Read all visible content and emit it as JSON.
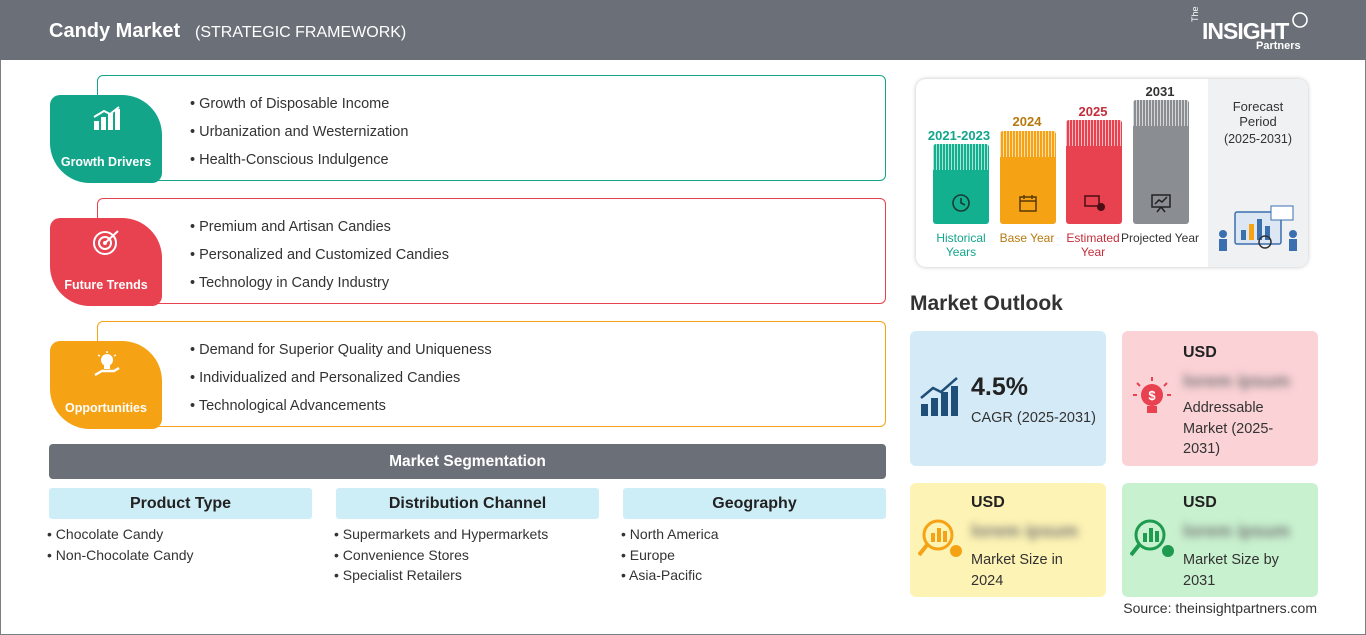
{
  "header": {
    "title": "Candy Market",
    "subtitle": "(STRATEGIC FRAMEWORK)",
    "logo": {
      "the": "The",
      "insight": "INSIGHT",
      "partners": "Partners"
    }
  },
  "framework": [
    {
      "label": "Growth Drivers",
      "color": "#12a58a",
      "items": [
        "Growth of Disposable Income",
        "Urbanization and Westernization",
        "Health-Conscious Indulgence"
      ]
    },
    {
      "label": "Future Trends",
      "color": "#e8414f",
      "items": [
        "Premium and Artisan Candies",
        "Personalized and Customized Candies",
        "Technology in Candy Industry"
      ]
    },
    {
      "label": "Opportunities",
      "color": "#f5a315",
      "items": [
        "Demand for Superior Quality and Uniqueness",
        "Individualized and Personalized Candies",
        "Technological Advancements"
      ]
    }
  ],
  "segmentation": {
    "title": "Market Segmentation",
    "columns": [
      {
        "heading": "Product Type",
        "items": [
          "Chocolate Candy",
          "Non-Chocolate Candy"
        ]
      },
      {
        "heading": "Distribution Channel",
        "items": [
          "Supermarkets and Hypermarkets",
          "Convenience Stores",
          "Specialist Retailers"
        ]
      },
      {
        "heading": "Geography",
        "items": [
          "North America",
          "Europe",
          "Asia-Pacific"
        ]
      }
    ]
  },
  "timeline": {
    "bars": [
      {
        "year": "2021-2023",
        "label": "Historical Years",
        "color": "#12b08f",
        "icon": "history-icon"
      },
      {
        "year": "2024",
        "label": "Base Year",
        "color": "#f5a315",
        "icon": "calendar-icon"
      },
      {
        "year": "2025",
        "label": "Estimated Year",
        "color": "#e8414f",
        "icon": "estimate-icon"
      },
      {
        "year": "2031",
        "label": "Projected Year",
        "color": "#8a8d92",
        "icon": "presentation-icon"
      }
    ],
    "forecast_title": "Forecast Period",
    "forecast_period": "(2025-2031)"
  },
  "outlook": {
    "title": "Market Outlook",
    "cagr": {
      "value": "4.5%",
      "label": "CAGR (2025-2031)",
      "bg": "#d4ebf7"
    },
    "addressable": {
      "usd": "USD",
      "blurred": "lorem ipsum",
      "label": "Addressable Market (2025-2031)",
      "bg": "#fbd2d6"
    },
    "size2024": {
      "usd": "USD",
      "blurred": "lorem ipsum",
      "label": "Market Size in 2024",
      "bg": "#fdf3b4"
    },
    "size2031": {
      "usd": "USD",
      "blurred": "lorem ipsum",
      "label": "Market Size by 2031",
      "bg": "#c8f1cf"
    }
  },
  "source": "Source: theinsightpartners.com"
}
